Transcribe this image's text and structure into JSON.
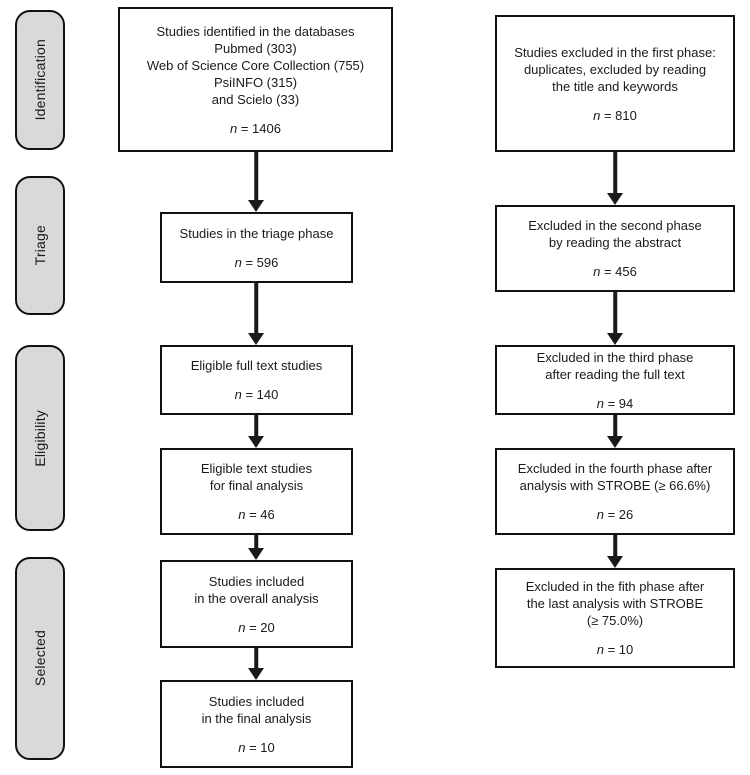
{
  "diagram": {
    "title": "Study selection flow diagram",
    "colors": {
      "stage_fill": "#d9d9d9",
      "border": "#111111",
      "box_fill": "#ffffff",
      "text": "#1a1a1a"
    },
    "stages": [
      {
        "label": "Identification"
      },
      {
        "label": "Triage"
      },
      {
        "label": "Eligibility"
      },
      {
        "label": "Selected"
      }
    ],
    "left_column": [
      {
        "text": "Studies identified in the databases\nPubmed (303)\nWeb of Science Core Collection (755)\nPsiINFO (315)\nand Scielo (33)",
        "n_italic": "n",
        "n_text": " = 1406"
      },
      {
        "text": "Studies in the triage phase",
        "n_italic": "n",
        "n_text": " = 596"
      },
      {
        "text": "Eligible full text studies",
        "n_italic": "n",
        "n_text": " = 140"
      },
      {
        "text": "Eligible text studies\nfor final analysis",
        "n_italic": "n",
        "n_text": " = 46"
      },
      {
        "text": "Studies included\nin the overall analysis",
        "n_italic": "n",
        "n_text": " = 20"
      },
      {
        "text": "Studies included\nin the final analysis",
        "n_italic": "n",
        "n_text": " = 10"
      }
    ],
    "right_column": [
      {
        "text": "Studies excluded in the first phase:\nduplicates, excluded by reading\nthe title and keywords",
        "n_italic": "n",
        "n_text": " = 810"
      },
      {
        "text": "Excluded in the second phase\nby reading the abstract",
        "n_italic": "n",
        "n_text": " = 456"
      },
      {
        "text": "Excluded in the third phase\nafter reading the full text",
        "n_italic": "n",
        "n_text": " = 94"
      },
      {
        "text": "Excluded in the fourth phase after\nanalysis with STROBE (≥ 66.6%)",
        "n_italic": "n",
        "n_text": " = 26"
      },
      {
        "text": "Excluded in the fith phase after\nthe last analysis with STROBE\n(≥ 75.0%)",
        "n_italic": "n",
        "n_text": " = 10"
      }
    ]
  }
}
